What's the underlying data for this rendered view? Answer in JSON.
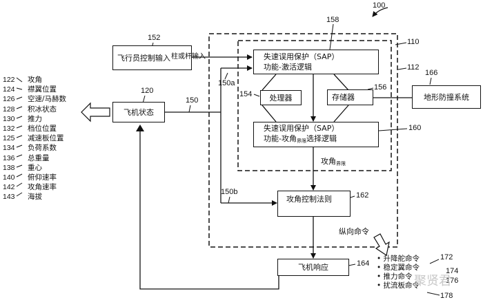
{
  "figure": {
    "ref": "100",
    "outer_boundary_ref": "110",
    "inner_boundary_ref": "112"
  },
  "pilot_input": {
    "ref": "152",
    "label": "飞行员控制输入"
  },
  "stick_input_label": "柱或杆输入",
  "aircraft_state": {
    "ref": "120",
    "label": "飞机状态"
  },
  "signals": {
    "main": "150",
    "branch_a": "150a",
    "branch_b": "150b"
  },
  "sap_activation": {
    "ref": "158",
    "line1": "失速误用保护（SAP）",
    "line2": "功能-激活逻辑"
  },
  "processor": {
    "ref": "154",
    "label": "处理器"
  },
  "memory": {
    "ref": "156",
    "label": "存储器"
  },
  "terrain_system": {
    "ref": "166",
    "label": "地形防撞系统"
  },
  "sap_selection": {
    "ref": "160",
    "line1": "失速误用保护（SAP）",
    "line2_prefix": "功能-攻角",
    "line2_sub": "界限",
    "line2_suffix": "选择逻辑"
  },
  "aoa_limit": {
    "main": "攻角",
    "sub": "界限"
  },
  "aoa_control_law": {
    "ref": "162",
    "label": "攻角控制法则"
  },
  "longitudinal_command": "纵向命令",
  "aircraft_response": {
    "ref": "164",
    "label": "飞机响应"
  },
  "state_items": [
    {
      "ref": "122",
      "label": "攻角"
    },
    {
      "ref": "124",
      "label": "襟翼位置"
    },
    {
      "ref": "126",
      "label": "空速/马赫数"
    },
    {
      "ref": "128",
      "label": "积冰状态"
    },
    {
      "ref": "130",
      "label": "推力"
    },
    {
      "ref": "132",
      "label": "档位位置"
    },
    {
      "ref": "125",
      "label": "减速板位置"
    },
    {
      "ref": "134",
      "label": "负荷系数"
    },
    {
      "ref": "136",
      "label": "总重量"
    },
    {
      "ref": "138",
      "label": "重心"
    },
    {
      "ref": "140",
      "label": "俯仰速率"
    },
    {
      "ref": "142",
      "label": "攻角速率"
    },
    {
      "ref": "143",
      "label": "海拔"
    }
  ],
  "commands": [
    {
      "ref": "172",
      "label": "升降舵命令"
    },
    {
      "ref": "174",
      "label": "稳定翼命令"
    },
    {
      "ref": "176",
      "label": "推力命令"
    },
    {
      "ref": "178",
      "label": "扰流板命令"
    }
  ],
  "bullet": "•",
  "watermark": "聚贤君"
}
